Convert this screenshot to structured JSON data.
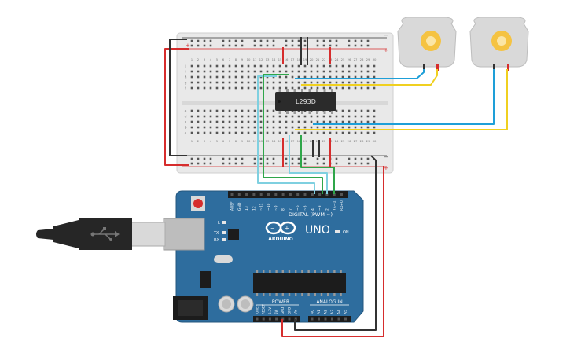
{
  "chip": {
    "label": "L293D"
  },
  "arduino": {
    "logo_text": "ARDUINO",
    "model": "UNO",
    "digital_header": "DIGITAL (PWM ~)",
    "power_header": "POWER",
    "analog_header": "ANALOG IN",
    "on_label": "ON",
    "led_l": "L",
    "led_tx": "TX",
    "led_rx": "RX",
    "digital_pins": [
      "AREF",
      "GND",
      "13",
      "12",
      "~11",
      "~10",
      "~9",
      "8",
      "7",
      "~6",
      "~5",
      "4",
      "~3",
      "2",
      "TX→1",
      "RX←0"
    ],
    "power_pins": [
      "IOREF",
      "RESET",
      "3.3V",
      "5V",
      "GND",
      "GND",
      "Vin"
    ],
    "analog_pins": [
      "A0",
      "A1",
      "A2",
      "A3",
      "A4",
      "A5"
    ]
  },
  "breadboard": {
    "rows": [
      "a",
      "b",
      "c",
      "d",
      "e",
      "f",
      "g",
      "h",
      "i",
      "j"
    ],
    "columns": 30
  },
  "colors": {
    "red_wire": "#d62d2d",
    "black_wire": "#333333",
    "blue_wire": "#1e9fd8",
    "yellow_wire": "#f0d020",
    "green_wire": "#2fa64a",
    "cyan_wire": "#7fd0e0",
    "board": "#2e6d9e",
    "motor_body": "#d9d9d9",
    "gear": "#f5c342"
  },
  "icons": [
    "usb-cable-icon",
    "motor-icon",
    "gear-icon"
  ]
}
